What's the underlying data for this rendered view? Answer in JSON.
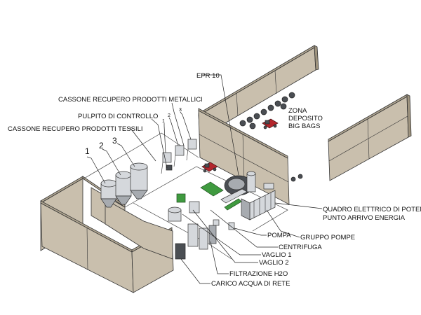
{
  "labels": {
    "epr": "EPR 10",
    "cassone_metallici": "CASSONE RECUPERO PRODOTTI METALLICI",
    "pulpito": "PULPITO DI CONTROLLO",
    "cassone_tessili": "CASSONE RECUPERO PRODOTTI TESSILI",
    "zona_1": "ZONA",
    "zona_2": "DEPOSITO",
    "zona_3": "BIG BAGS",
    "quadro_1": "QUADRO ELETTRICO DI POTENZA",
    "quadro_2": "PUNTO ARRIVO ENERGIA",
    "gruppo_pompe": "GRUPPO POMPE",
    "pompa": "POMPA",
    "centrifuga": "CENTRIFUGA",
    "vaglio_1": "VAGLIO 1",
    "vaglio_2": "VAGLIO 2",
    "filtrazione": "FILTRAZIONE H2O",
    "carico_acqua": "CARICO ACQUA DI RETE"
  },
  "numbers": {
    "n1": "1",
    "n2": "2",
    "n3": "3",
    "s1": "1",
    "s2": "2",
    "s3": "3"
  },
  "colors": {
    "wall": "#c9bfad",
    "equipment_green": "#3f9a3f",
    "equipment_red": "#b3262c",
    "steel": "#d5d8dc"
  }
}
